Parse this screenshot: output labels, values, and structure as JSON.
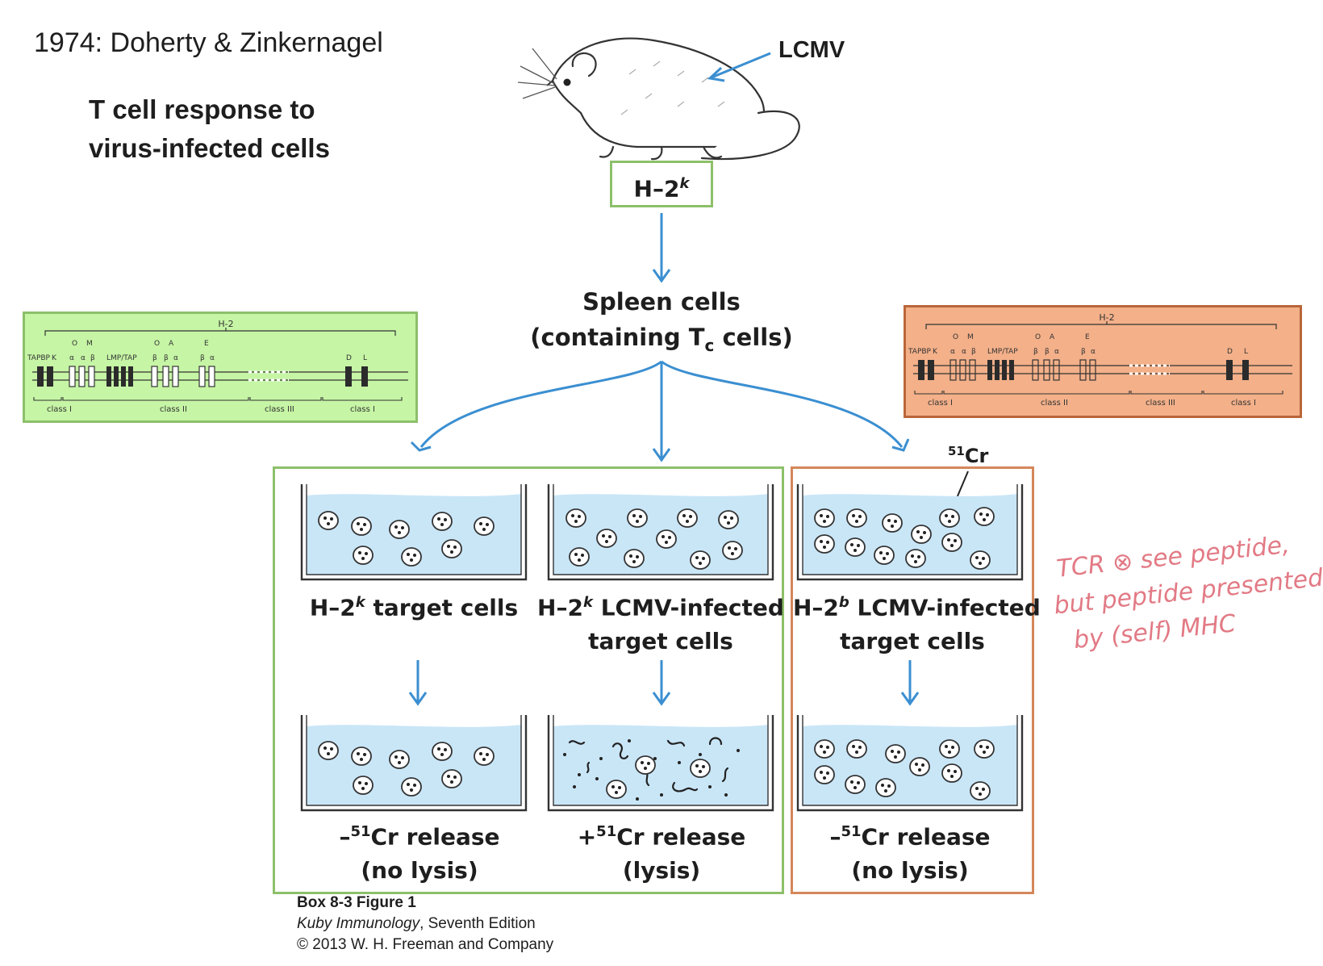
{
  "header": {
    "title": "1974: Doherty & Zinkernagel",
    "subtitle_line1": "T cell response to",
    "subtitle_line2": "virus-infected cells"
  },
  "mouse": {
    "virus_label": "LCMV",
    "haplotype_base": "H–2",
    "haplotype_sup": "k"
  },
  "spleen": {
    "line1": "Spleen cells",
    "line2_pre": "(containing T",
    "line2_sub": "c",
    "line2_post": " cells)"
  },
  "gene_map": {
    "title": "H-2",
    "genes": [
      "TAPBP",
      "K",
      "O",
      "M",
      "LMP/TAP",
      "O",
      "A",
      "E",
      "D",
      "L"
    ],
    "greek": [
      "α",
      "α",
      "β",
      "β",
      "β",
      "α",
      "β",
      "α"
    ],
    "classes": [
      "class I",
      "class II",
      "class III",
      "class I"
    ]
  },
  "columns": [
    {
      "target_line1_base": "H–2",
      "target_line1_sup": "k",
      "target_line1_rest": " target cells",
      "target_line2": "",
      "result_line1_pre": "–",
      "result_line1_sup": "51",
      "result_line1_rest": "Cr release",
      "result_line2": "(no lysis)"
    },
    {
      "target_line1_base": "H–2",
      "target_line1_sup": "k",
      "target_line1_rest": " LCMV-infected",
      "target_line2": "target cells",
      "result_line1_pre": "+",
      "result_line1_sup": "51",
      "result_line1_rest": "Cr release",
      "result_line2": "(lysis)"
    },
    {
      "target_line1_base": "H–2",
      "target_line1_sup": "b",
      "target_line1_rest": " LCMV-infected",
      "target_line2": "target cells",
      "result_line1_pre": "–",
      "result_line1_sup": "51",
      "result_line1_rest": "Cr release",
      "result_line2": "(no lysis)"
    }
  ],
  "chromium": {
    "sup": "51",
    "label": "Cr"
  },
  "caption": {
    "line1": "Box 8-3 Figure 1",
    "line2_italic": "Kuby Immunology",
    "line2_rest": ", Seventh Edition",
    "line3": "© 2013 W. H. Freeman and Company"
  },
  "handwritten_note": {
    "line1": "TCR ⊗ see peptide,",
    "line2": "but peptide presented",
    "line3": "by  (self) MHC"
  },
  "colors": {
    "arrow": "#3b8fd1",
    "green_border": "#8dc06a",
    "green_fill": "#c6f5a5",
    "orange_border": "#b9663a",
    "orange_fill": "#f3b089",
    "liquid": "#c9e6f7",
    "note": "#e27a85"
  }
}
